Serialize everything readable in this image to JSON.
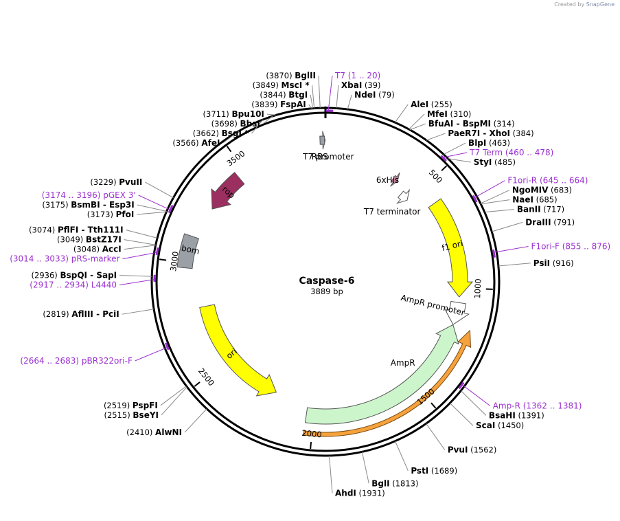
{
  "credit": {
    "prefix": "Created by",
    "brand": "SnapGene"
  },
  "plasmid": {
    "name": "Caspase-6",
    "length_label": "3889 bp",
    "length": 3889
  },
  "ticks": [
    {
      "pos": 500,
      "label": "500"
    },
    {
      "pos": 1000,
      "label": "1000"
    },
    {
      "pos": 1500,
      "label": "1500"
    },
    {
      "pos": 2000,
      "label": "2000"
    },
    {
      "pos": 2500,
      "label": "2500"
    },
    {
      "pos": 3000,
      "label": "3000"
    },
    {
      "pos": 3500,
      "label": "3500"
    }
  ],
  "sites": [
    {
      "pos": 39,
      "pos_label": "(39)",
      "name": "XbaI"
    },
    {
      "pos": 79,
      "pos_label": "(79)",
      "name": "NdeI"
    },
    {
      "pos": 255,
      "pos_label": "(255)",
      "name": "AleI"
    },
    {
      "pos": 310,
      "pos_label": "(310)",
      "name": "MfeI"
    },
    {
      "pos": 314,
      "pos_label": "(314)",
      "name": "BfuAI - BspMI"
    },
    {
      "pos": 384,
      "pos_label": "(384)",
      "name": "PaeR7I - XhoI"
    },
    {
      "pos": 463,
      "pos_label": "(463)",
      "name": "BlpI"
    },
    {
      "pos": 485,
      "pos_label": "(485)",
      "name": "StyI"
    },
    {
      "pos": 683,
      "pos_label": "(683)",
      "name": "NgoMIV"
    },
    {
      "pos": 685,
      "pos_label": "(685)",
      "name": "NaeI"
    },
    {
      "pos": 717,
      "pos_label": "(717)",
      "name": "BanII"
    },
    {
      "pos": 791,
      "pos_label": "(791)",
      "name": "DraIII"
    },
    {
      "pos": 916,
      "pos_label": "(916)",
      "name": "PsiI"
    },
    {
      "pos": 1391,
      "pos_label": "(1391)",
      "name": "BsaHI"
    },
    {
      "pos": 1450,
      "pos_label": "(1450)",
      "name": "ScaI"
    },
    {
      "pos": 1562,
      "pos_label": "(1562)",
      "name": "PvuI"
    },
    {
      "pos": 1689,
      "pos_label": "(1689)",
      "name": "PstI"
    },
    {
      "pos": 1813,
      "pos_label": "(1813)",
      "name": "BglI"
    },
    {
      "pos": 1931,
      "pos_label": "(1931)",
      "name": "AhdI"
    },
    {
      "pos": 2410,
      "pos_label": "(2410)",
      "name": "AlwNI"
    },
    {
      "pos": 2515,
      "pos_label": "(2515)",
      "name": "BseYI"
    },
    {
      "pos": 2519,
      "pos_label": "(2519)",
      "name": "PspFI"
    },
    {
      "pos": 2819,
      "pos_label": "(2819)",
      "name": "AflIII - PciI"
    },
    {
      "pos": 2936,
      "pos_label": "(2936)",
      "name": "BspQI - SapI"
    },
    {
      "pos": 3048,
      "pos_label": "(3048)",
      "name": "AccI"
    },
    {
      "pos": 3049,
      "pos_label": "(3049)",
      "name": "BstZ17I"
    },
    {
      "pos": 3074,
      "pos_label": "(3074)",
      "name": "PflFI - Tth111I"
    },
    {
      "pos": 3173,
      "pos_label": "(3173)",
      "name": "PfoI"
    },
    {
      "pos": 3175,
      "pos_label": "(3175)",
      "name": "BsmBI - Esp3I"
    },
    {
      "pos": 3229,
      "pos_label": "(3229)",
      "name": "PvuII"
    },
    {
      "pos": 3566,
      "pos_label": "(3566)",
      "name": "AfeI"
    },
    {
      "pos": 3662,
      "pos_label": "(3662)",
      "name": "BsgI *"
    },
    {
      "pos": 3698,
      "pos_label": "(3698)",
      "name": "BbsI"
    },
    {
      "pos": 3711,
      "pos_label": "(3711)",
      "name": "Bpu10I"
    },
    {
      "pos": 3839,
      "pos_label": "(3839)",
      "name": "FspAI"
    },
    {
      "pos": 3844,
      "pos_label": "(3844)",
      "name": "BtgI"
    },
    {
      "pos": 3849,
      "pos_label": "(3849)",
      "name": "MscI *"
    },
    {
      "pos": 3870,
      "pos_label": "(3870)",
      "name": "BglII"
    }
  ],
  "primers": [
    {
      "name": "T7",
      "range": "(1 .. 20)",
      "start": 1,
      "end": 20
    },
    {
      "name": "T7 Term",
      "range": "(460 .. 478)",
      "start": 460,
      "end": 478
    },
    {
      "name": "F1ori-R",
      "range": "(645 .. 664)",
      "start": 645,
      "end": 664
    },
    {
      "name": "F1ori-F",
      "range": "(855 .. 876)",
      "start": 855,
      "end": 876
    },
    {
      "name": "Amp-R",
      "range": "(1362 .. 1381)",
      "start": 1362,
      "end": 1381
    },
    {
      "name": "pBR322ori-F",
      "range": "(2664 .. 2683)",
      "start": 2664,
      "end": 2683
    },
    {
      "name": "L4440",
      "range": "(2917 .. 2934)",
      "start": 2917,
      "end": 2934
    },
    {
      "name": "pRS-marker",
      "range": "(3014 .. 3033)",
      "start": 3014,
      "end": 3033
    },
    {
      "name": "pGEX 3'",
      "range": "(3174 .. 3196)",
      "start": 3174,
      "end": 3196
    }
  ],
  "features": [
    {
      "name": "T7 promoter",
      "label": "T7 promoter",
      "start": 3870,
      "end": 3888,
      "dir": 1,
      "color": "#ffffff"
    },
    {
      "name": "RBS",
      "label": "RBS",
      "start": 3865,
      "end": 3885,
      "dir": 0,
      "color": "#9aa0a6"
    },
    {
      "name": "6xHis",
      "label": "6xHis",
      "start": 360,
      "end": 385,
      "dir": 1,
      "color": "#c87e9c"
    },
    {
      "name": "T7 terminator",
      "label": "T7 terminator",
      "start": 440,
      "end": 487,
      "dir": 1,
      "color": "#ffffff"
    },
    {
      "name": "f1 ori",
      "label": "f1 ori",
      "start": 586,
      "end": 1042,
      "dir": 1,
      "color": "#ffff00"
    },
    {
      "name": "AmpR promoter",
      "label": "AmpR promoter",
      "start": 1068,
      "end": 1172,
      "dir": 1,
      "color": "#ffffff"
    },
    {
      "name": "AmpR",
      "label": "AmpR",
      "start": 1173,
      "end": 2033,
      "dir": -1,
      "color": "#ccf5cc"
    },
    {
      "name": "ori",
      "label": "ori",
      "start": 2204,
      "end": 2792,
      "dir": -1,
      "color": "#ffff00"
    },
    {
      "name": "bom",
      "label": "bom",
      "start": 2978,
      "end": 3120,
      "dir": 0,
      "color": "#9aa0a6"
    },
    {
      "name": "rop",
      "label": "rop",
      "start": 3270,
      "end": 3460,
      "dir": -1,
      "color": "#9b2f5f"
    }
  ],
  "orf": {
    "start": 1173,
    "end": 2033,
    "dir": -1,
    "color": "#f6a23c"
  },
  "colors": {
    "primer": "#9b30d0",
    "backbone": "#000000"
  }
}
